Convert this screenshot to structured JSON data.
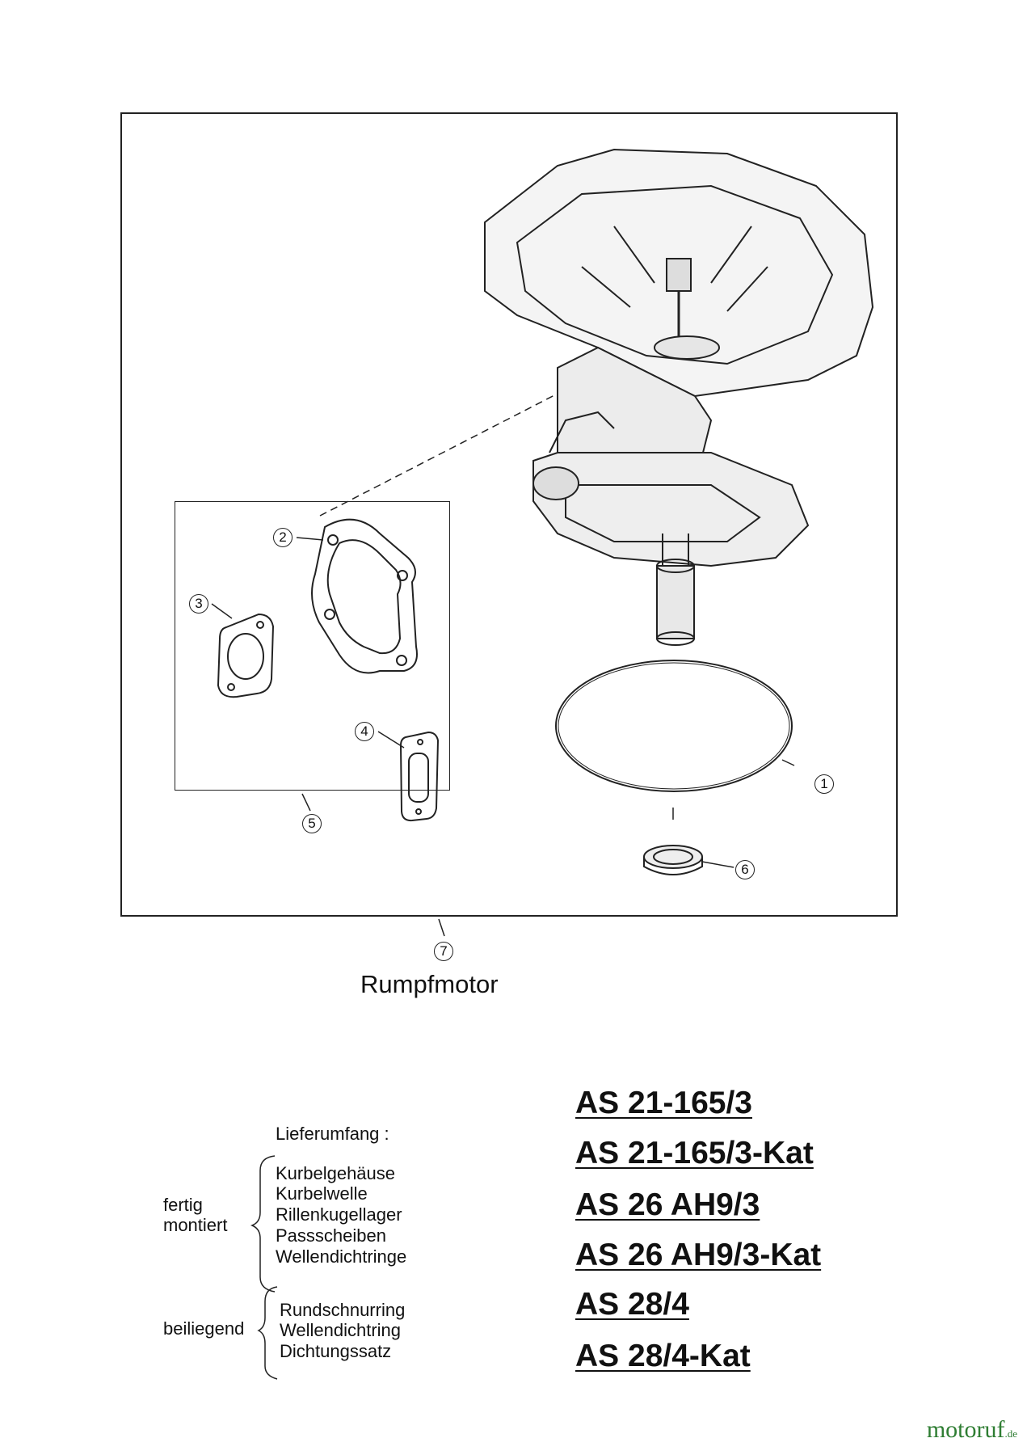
{
  "callouts": [
    "1",
    "2",
    "3",
    "4",
    "5",
    "6",
    "7"
  ],
  "caption": "Rumpfmotor",
  "legend": {
    "header": "Lieferumfang :",
    "group1_label_line1": "fertig",
    "group1_label_line2": "montiert",
    "group1_items": [
      "Kurbelgehäuse",
      "Kurbelwelle",
      "Rillenkugellager",
      "Passscheiben",
      "Wellendichtringe"
    ],
    "group2_label": "beiliegend",
    "group2_items": [
      "Rundschnurring",
      "Wellendichtring",
      "Dichtungssatz"
    ]
  },
  "models": [
    "AS 21-165/3",
    "AS 21-165/3-Kat",
    "AS 26 AH9/3",
    "AS 26 AH9/3-Kat",
    "AS 28/4",
    "AS 28/4-Kat"
  ],
  "brand": {
    "name": "motoruf",
    "suffix": ".de",
    "color": "#2e7d32"
  }
}
